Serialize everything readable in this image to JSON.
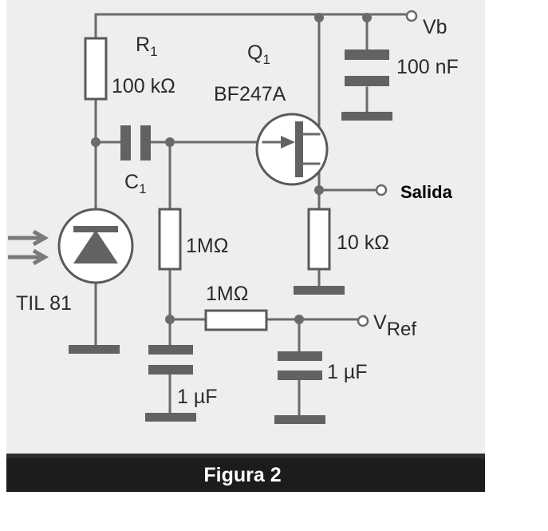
{
  "labels": {
    "r1_name": "R",
    "r1_sub": "1",
    "r1_value": "100 kΩ",
    "q1_name": "Q",
    "q1_sub": "1",
    "q1_part": "BF247A",
    "c_top_value": "100 nF",
    "vb": "Vb",
    "c1_name": "C",
    "c1_sub": "1",
    "output": "Salida",
    "r_gate_value": "1MΩ",
    "r_source_value": "10 kΩ",
    "r_ref_value": "1MΩ",
    "diode_name": "TIL 81",
    "vref_main": "V",
    "vref_sub": "Ref",
    "c_left_value": "1 µF",
    "c_right_value": "1 µF"
  },
  "caption": "Figura 2"
}
